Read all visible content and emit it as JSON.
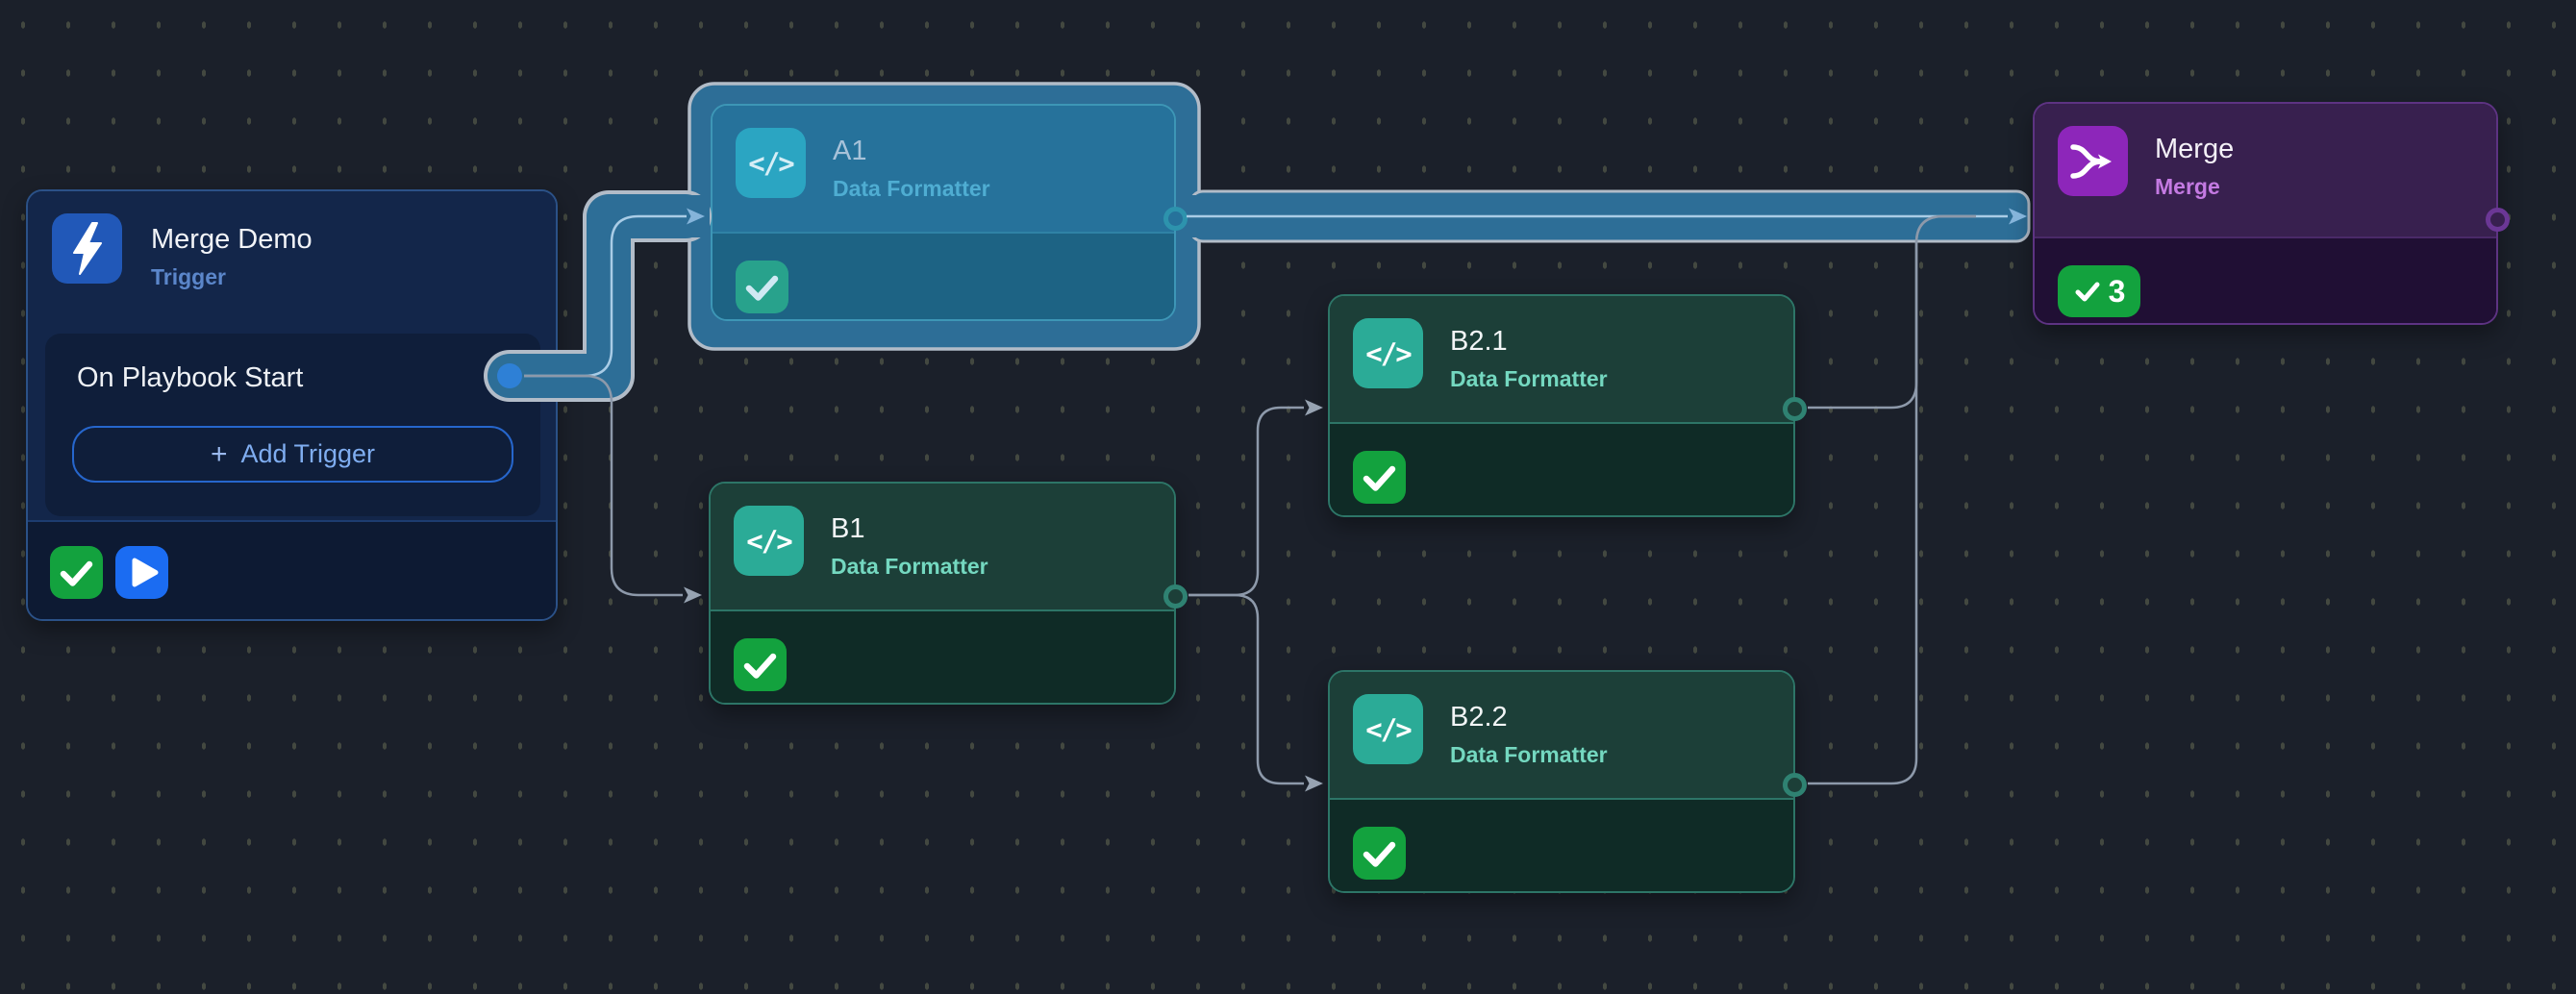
{
  "workflow": {
    "nodes": {
      "trigger": {
        "title": "Merge Demo",
        "subtitle": "Trigger",
        "event_label": "On Playbook Start",
        "add_trigger_label": "Add Trigger",
        "status": "success"
      },
      "a1": {
        "title": "A1",
        "subtitle": "Data Formatter",
        "status": "success",
        "selected": true
      },
      "b1": {
        "title": "B1",
        "subtitle": "Data Formatter",
        "status": "success"
      },
      "b2_1": {
        "title": "B2.1",
        "subtitle": "Data Formatter",
        "status": "success"
      },
      "b2_2": {
        "title": "B2.2",
        "subtitle": "Data Formatter",
        "status": "success"
      },
      "merge": {
        "title": "Merge",
        "subtitle": "Merge",
        "success_count": "3"
      }
    },
    "edges": [
      {
        "from": "Merge Demo",
        "to": "A1",
        "selected": true
      },
      {
        "from": "Merge Demo",
        "to": "B1",
        "selected": false
      },
      {
        "from": "B1",
        "to": "B2.1",
        "selected": false
      },
      {
        "from": "B1",
        "to": "B2.2",
        "selected": false
      },
      {
        "from": "A1",
        "to": "Merge",
        "selected": true
      },
      {
        "from": "B2.1",
        "to": "Merge",
        "selected": false
      },
      {
        "from": "B2.2",
        "to": "Merge",
        "selected": false
      }
    ]
  },
  "icons": {
    "plus": "+",
    "code": "</>"
  },
  "colors": {
    "canvas_bg": "#1b202a",
    "selection_highlight_fill": "#2d6e97",
    "selection_highlight_border": "#b2bcc8",
    "wire": "#8d99aa",
    "wire_selected": "#a9cce6",
    "success_green": "#13a23e",
    "trigger_blue": "#2158b8",
    "play_blue": "#1b6cf2",
    "teal_accent": "#2bab97",
    "selected_node_accent": "#2ba5c2",
    "merge_purple": "#8d26ba"
  }
}
